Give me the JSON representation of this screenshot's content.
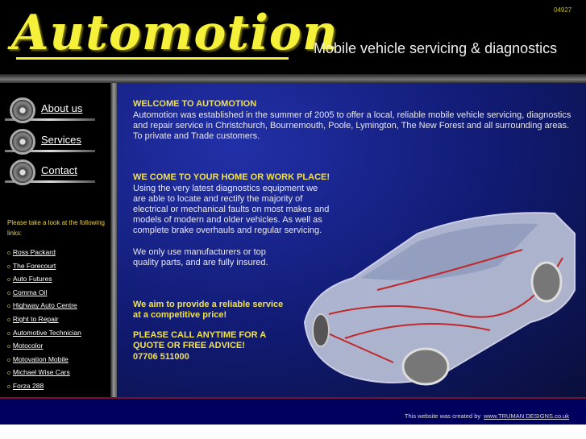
{
  "header": {
    "logo": "Automotion",
    "tagline": "Mobile vehicle servicing & diagnostics",
    "counter": "04927"
  },
  "nav": [
    {
      "label": "About us"
    },
    {
      "label": "Services"
    },
    {
      "label": "Contact"
    }
  ],
  "links_intro": "Please take a look at the following links:",
  "links": [
    "Ross Packard",
    "The Forecourt",
    "Auto Futures",
    "Comma Oil",
    "Highway Auto Centre",
    "Right to Repair",
    "Automotive Technician",
    "Motocolor",
    "Motovation Mobile",
    "Michael Wise Cars",
    "Forza 288"
  ],
  "main": {
    "welcome_title": "WELCOME TO AUTOMOTION",
    "welcome_text": "Automotion was established in the summer of 2005 to offer a local, reliable mobile vehicle servicing, diagnostics and repair service in Christchurch, Bournemouth, Poole, Lymington, The New Forest and all surrounding areas. To private and Trade customers.",
    "home_title": "WE COME TO YOUR HOME OR WORK PLACE!",
    "home_text": "Using the very latest diagnostics equipment we are able to locate and rectify the majority of electrical or mechanical faults on most makes and models of modern and older vehicles. As well as complete brake overhauls and regular servicing.",
    "parts_text": "We only use manufacturers or top quality parts, and are fully insured.",
    "aim_text": "We aim to provide a reliable service at a competitive price!",
    "call_text": "PLEASE CALL ANYTIME FOR A QUOTE OR FREE ADVICE!",
    "phone": "07706 511000"
  },
  "footer": {
    "text": "This website was created by",
    "link": "www.TRUMAN DESIGNS.co.uk"
  }
}
